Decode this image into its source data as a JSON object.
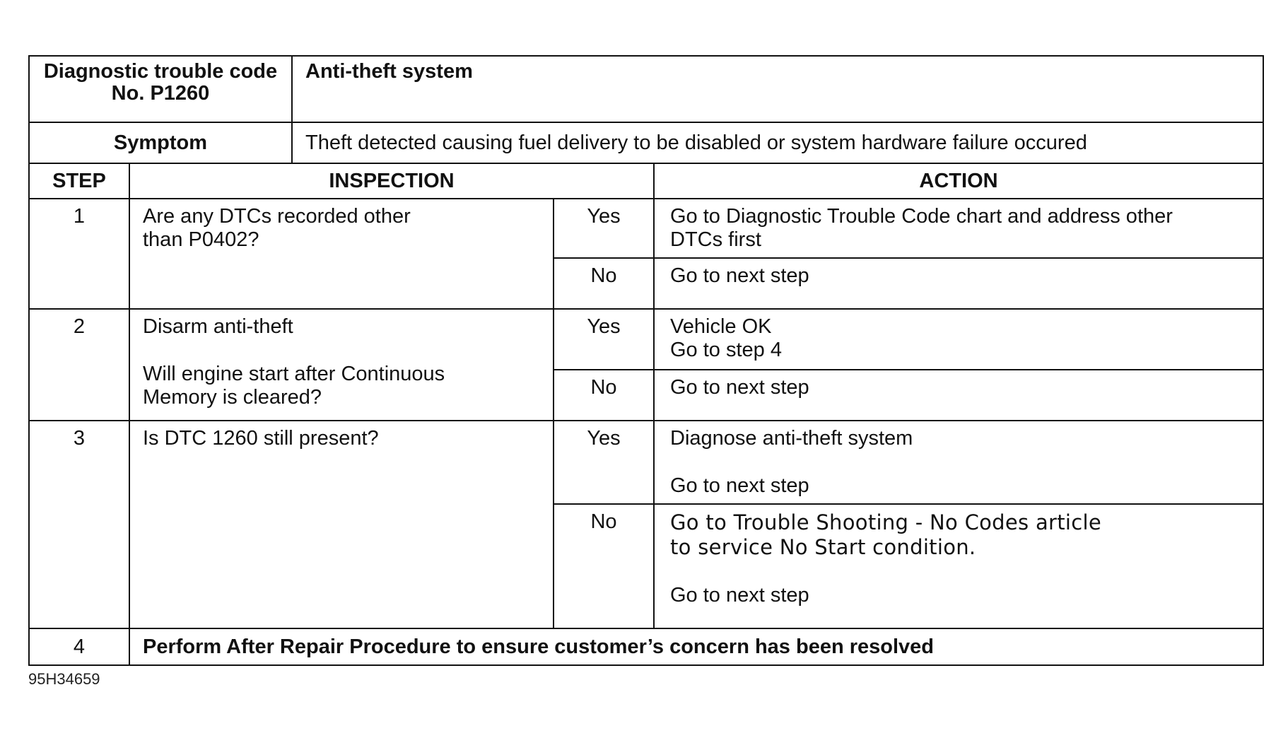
{
  "header": {
    "code_label": "Diagnostic trouble code No. P1260",
    "code_value": "Anti-theft system",
    "symptom_label": "Symptom",
    "symptom_value": "Theft detected causing fuel delivery to be disabled or system hardware failure occured"
  },
  "columns": {
    "step": "STEP",
    "inspection": "INSPECTION",
    "action": "ACTION"
  },
  "steps": [
    {
      "number": "1",
      "inspection": [
        "Are any DTCs recorded other",
        "than P0402?"
      ],
      "yes_label": "Yes",
      "yes_action": [
        "Go to Diagnostic Trouble Code chart and address other",
        "DTCs first"
      ],
      "no_label": "No",
      "no_action": [
        "Go to next step"
      ]
    },
    {
      "number": "2",
      "inspection": [
        "Disarm anti-theft",
        "Will engine start after Continuous",
        "Memory is cleared?"
      ],
      "yes_label": "Yes",
      "yes_action": [
        "Vehicle OK",
        "Go to step 4"
      ],
      "no_label": "No",
      "no_action": [
        "Go to next step"
      ]
    },
    {
      "number": "3",
      "inspection": [
        "Is DTC 1260 still present?"
      ],
      "yes_label": "Yes",
      "yes_action": [
        "Diagnose anti-theft system",
        "Go to next step"
      ],
      "no_label": "No",
      "no_action": [
        "Go to Trouble Shooting - No Codes article",
        "to service No Start condition.",
        "Go to next step"
      ]
    },
    {
      "number": "4",
      "final": "Perform After Repair Procedure to ensure customer’s concern has been resolved"
    }
  ],
  "figure_id": "95H34659"
}
